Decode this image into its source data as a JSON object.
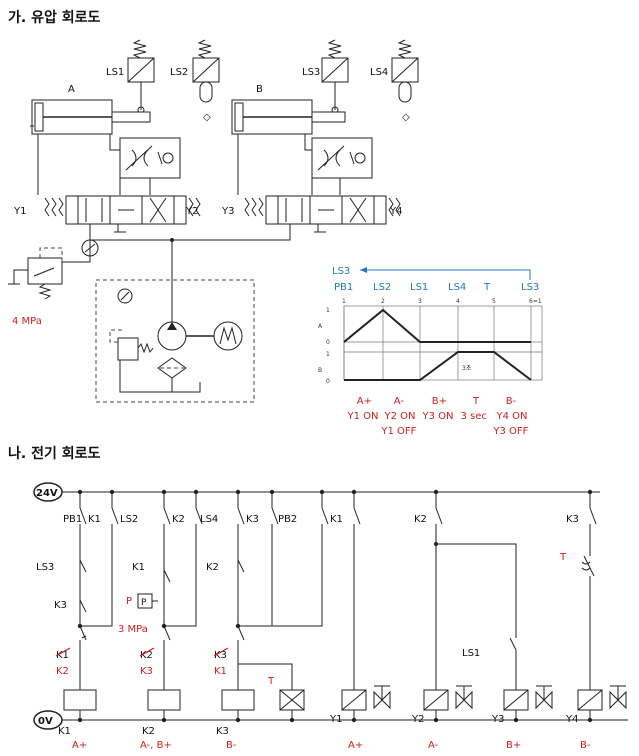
{
  "sections": {
    "hydraulic_title": "가. 유압 회로도",
    "electric_title": "나. 전기 회로도"
  },
  "hydraulic": {
    "cyl_a": "A",
    "cyl_b": "B",
    "limit_switches": [
      "LS1",
      "LS2",
      "LS3",
      "LS4"
    ],
    "solenoids": [
      "Y1",
      "Y2",
      "Y3",
      "Y4"
    ],
    "relief_pressure": "4 MPa"
  },
  "sequence": {
    "loop_label": "LS3",
    "steps": [
      "PB1",
      "LS2",
      "LS1",
      "LS4",
      "T",
      "LS3"
    ],
    "step_numbers": [
      "1",
      "2",
      "3",
      "4",
      "5",
      "6=1"
    ],
    "rows": [
      "A",
      "B"
    ],
    "levels": [
      "1",
      "0"
    ],
    "timer_note": "3초",
    "actions": [
      [
        "A+",
        "Y1 ON"
      ],
      [
        "A-",
        "Y2 ON",
        "Y1 OFF"
      ],
      [
        "B+",
        "Y3 ON"
      ],
      [
        "T",
        "3 sec"
      ],
      [
        "B-",
        "Y4 ON",
        "Y3 OFF"
      ]
    ]
  },
  "electric": {
    "supply_top": "24V",
    "supply_bottom": "0V",
    "pb1": "PB1",
    "pb2": "PB2",
    "top_contacts": [
      "K1",
      "LS2",
      "K2",
      "LS4",
      "K3",
      "K1",
      "K2",
      "K3"
    ],
    "ls3": "LS3",
    "ls1": "LS1",
    "mid_k1": "K1",
    "mid_k2": "K2",
    "k3_contact": "K3",
    "pressure_switch": "P",
    "pressure_value": "3 MPa",
    "struck": [
      "K1",
      "K2",
      "K3"
    ],
    "replacements": [
      "K2",
      "K3",
      "K1"
    ],
    "timer_label": "T",
    "coils": [
      "K1",
      "K2",
      "K3",
      "Y1",
      "Y2",
      "Y3",
      "Y4"
    ],
    "bottom_labels": [
      "A+",
      "A-, B+",
      "B-",
      "A+",
      "A-",
      "B+",
      "B-"
    ]
  },
  "chart_data": {
    "type": "line",
    "title": "",
    "x": [
      "1",
      "2",
      "3",
      "4",
      "5",
      "6=1"
    ],
    "series": [
      {
        "name": "A",
        "values": [
          0,
          1,
          0,
          0,
          0,
          0
        ]
      },
      {
        "name": "B",
        "values": [
          0,
          0,
          0,
          1,
          1,
          0
        ]
      }
    ],
    "ylim": [
      0,
      1
    ]
  }
}
